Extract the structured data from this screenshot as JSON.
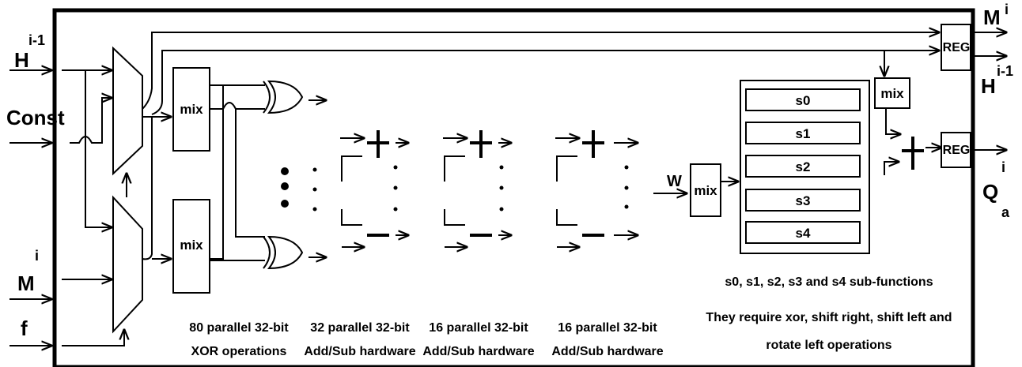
{
  "inputs": {
    "h_base": "H",
    "h_sup": "i-1",
    "const": "Const",
    "m_base": "M",
    "m_sup": "i",
    "f": "f"
  },
  "outputs": {
    "m_base": "M",
    "m_sup": "i",
    "h_base": "H",
    "h_sup": "i-1",
    "q_base": "Q",
    "q_sup": "i",
    "q_sub": "a"
  },
  "blocks": {
    "mix": "mix",
    "reg": "REG",
    "w": "W",
    "subfunctions": [
      "s0",
      "s1",
      "s2",
      "s3",
      "s4"
    ]
  },
  "captions": {
    "xor_line1": "80 parallel 32-bit",
    "xor_line2": "XOR operations",
    "addsub32_line1": "32 parallel 32-bit",
    "addsub32_line2": "Add/Sub hardware",
    "addsub16a_line1": "16 parallel 32-bit",
    "addsub16a_line2": "Add/Sub hardware",
    "addsub16b_line1": "16 parallel 32-bit",
    "addsub16b_line2": "Add/Sub hardware",
    "sub_title": "s0, s1, s2, s3 and s4 sub-functions",
    "sub_line1": "They require xor, shift right, shift left and",
    "sub_line2": "rotate left operations"
  }
}
